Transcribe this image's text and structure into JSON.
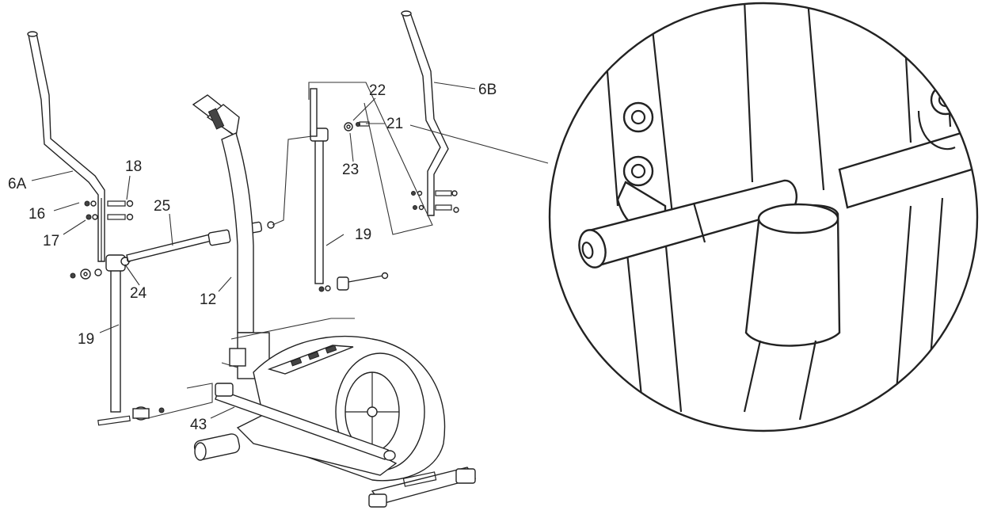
{
  "diagram": {
    "labels": {
      "p6a": "6A",
      "p6b": "6B",
      "p12": "12",
      "p16": "16",
      "p17": "17",
      "p18": "18",
      "p19a": "19",
      "p19b": "19",
      "p21": "21",
      "p22": "22",
      "p23": "23",
      "p24": "24",
      "p25": "25",
      "p43": "43"
    }
  }
}
